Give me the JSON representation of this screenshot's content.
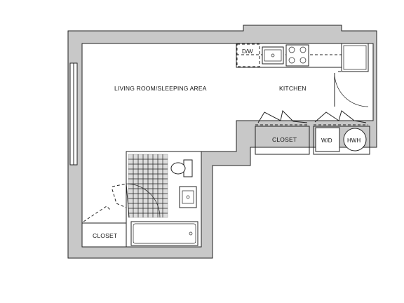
{
  "labels": {
    "living": "LIVING ROOM/SLEEPING AREA",
    "kitchen": "KITCHEN",
    "closet_kitchen": "CLOSET",
    "closet_entry": "CLOSET",
    "dishwasher": "D/W",
    "washer_dryer": "W/D",
    "water_heater": "HWH"
  },
  "colors": {
    "wall": "#c8c8c8",
    "tile": "#dcdcdc",
    "line": "#222222"
  }
}
